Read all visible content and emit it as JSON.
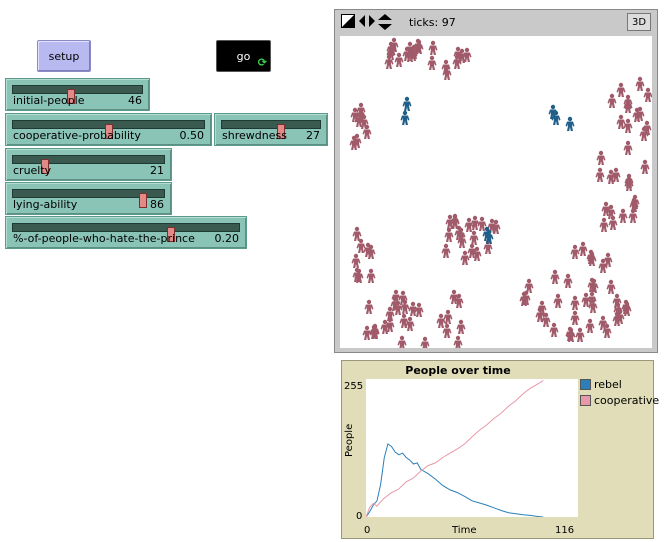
{
  "buttons": {
    "setup": "setup",
    "go": "go",
    "forever_icon": "forever-arrows-icon"
  },
  "sliders": [
    {
      "id": "initial-people",
      "label": "initial-people",
      "value": "46",
      "fraction": 0.45
    },
    {
      "id": "cooperative-probability",
      "label": "cooperative-probability",
      "value": "0.50",
      "fraction": 0.5
    },
    {
      "id": "shrewdness",
      "label": "shrewdness",
      "value": "27",
      "fraction": 0.6
    },
    {
      "id": "cruelty",
      "label": "cruelty",
      "value": "21",
      "fraction": 0.21
    },
    {
      "id": "lying-ability",
      "label": "lying-ability",
      "value": "86",
      "fraction": 0.86
    },
    {
      "id": "hate-the-prince",
      "label": "%-of-people-who-hate-the-prince",
      "value": "0.20",
      "fraction": 0.7
    }
  ],
  "view": {
    "ticks_label": "ticks: 97",
    "btn_3d": "3D",
    "controls": [
      "freeze-icon",
      "left-right-arrows-icon",
      "up-down-arrows-icon"
    ]
  },
  "colors": {
    "rebel": "#1f5f8a",
    "cooperative": "#a05a6a",
    "cooperative_plot": "#e898a8",
    "rebel_plot": "#2c7fb8"
  },
  "plot": {
    "title": "People over time",
    "xlabel": "Time",
    "ylabel": "People",
    "xmin": "0",
    "xmax": "116",
    "ymin": "0",
    "ymax": "255",
    "legend": [
      {
        "name": "rebel",
        "color": "#2c7fb8"
      },
      {
        "name": "cooperative",
        "color": "#e898a8"
      }
    ]
  },
  "chart_data": {
    "type": "line",
    "title": "People over time",
    "xlabel": "Time",
    "ylabel": "People",
    "xlim": [
      0,
      116
    ],
    "ylim": [
      0,
      255
    ],
    "series": [
      {
        "name": "rebel",
        "x": [
          0,
          2,
          4,
          6,
          8,
          10,
          12,
          14,
          16,
          18,
          20,
          22,
          24,
          26,
          28,
          30,
          34,
          38,
          42,
          46,
          50,
          54,
          58,
          62,
          66,
          70,
          74,
          78,
          82,
          86,
          90,
          94,
          97
        ],
        "y": [
          0,
          10,
          22,
          30,
          60,
          110,
          135,
          130,
          120,
          115,
          118,
          110,
          105,
          98,
          100,
          88,
          80,
          70,
          58,
          50,
          45,
          38,
          30,
          26,
          22,
          17,
          12,
          8,
          6,
          4,
          3,
          1,
          0
        ]
      },
      {
        "name": "cooperative",
        "x": [
          0,
          2,
          4,
          6,
          8,
          10,
          14,
          18,
          22,
          26,
          30,
          34,
          38,
          42,
          46,
          50,
          54,
          58,
          62,
          66,
          70,
          74,
          78,
          82,
          86,
          90,
          94,
          97
        ],
        "y": [
          0,
          18,
          25,
          20,
          28,
          35,
          45,
          52,
          65,
          72,
          85,
          95,
          100,
          110,
          118,
          126,
          135,
          148,
          160,
          170,
          182,
          192,
          205,
          215,
          228,
          238,
          246,
          252
        ]
      }
    ]
  }
}
